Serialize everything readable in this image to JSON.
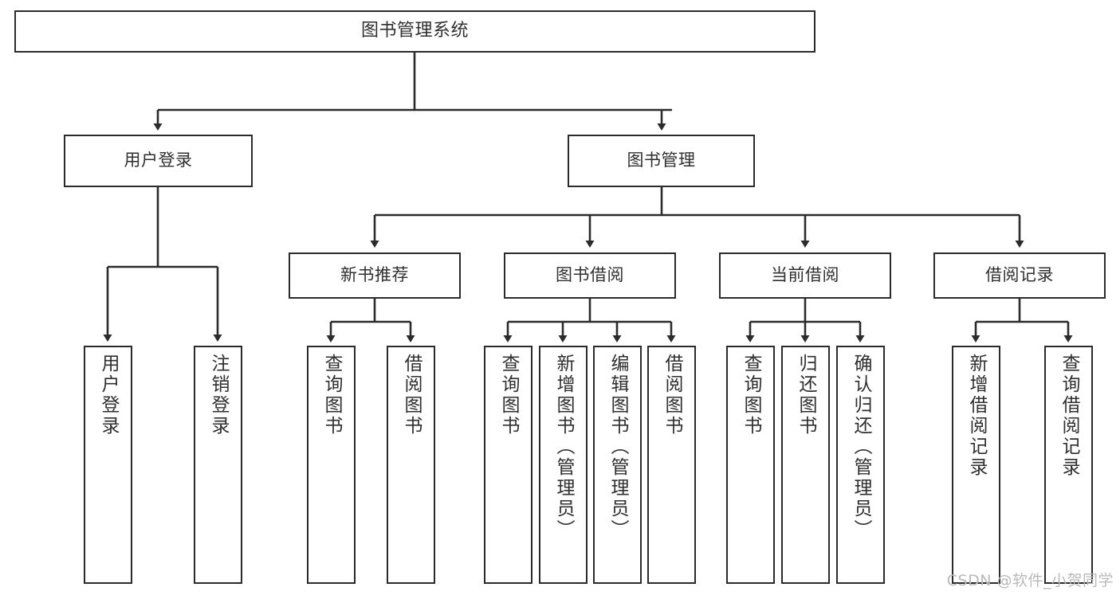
{
  "diagram": {
    "title": "图书管理系统",
    "watermark": "CSDN @软件_小贺同学",
    "edge_color": "#2b2b2b",
    "box_border_color": "#2b2b2b",
    "text_color": "#2f2f2f",
    "background": "#ffffff",
    "nodes": {
      "root": {
        "label": "图书管理系统"
      },
      "level2": [
        {
          "id": "user-login",
          "label": "用户登录"
        },
        {
          "id": "book-manage",
          "label": "图书管理"
        }
      ],
      "level3": [
        {
          "id": "new-book-recommend",
          "label": "新书推荐"
        },
        {
          "id": "book-borrow",
          "label": "图书借阅"
        },
        {
          "id": "current-borrow",
          "label": "当前借阅"
        },
        {
          "id": "borrow-record",
          "label": "借阅记录"
        }
      ],
      "leaves": {
        "user-login": [
          {
            "id": "leaf-user-login",
            "label": "用户登录"
          },
          {
            "id": "leaf-user-logout",
            "label": "注销登录"
          }
        ],
        "new-book-recommend": [
          {
            "id": "leaf-query-book-1",
            "label": "查询图书"
          },
          {
            "id": "leaf-borrow-book-1",
            "label": "借阅图书"
          }
        ],
        "book-borrow": [
          {
            "id": "leaf-query-book-2",
            "label": "查询图书"
          },
          {
            "id": "leaf-add-book",
            "label": "新增图书（管理员）"
          },
          {
            "id": "leaf-edit-book",
            "label": "编辑图书（管理员）"
          },
          {
            "id": "leaf-borrow-book-2",
            "label": "借阅图书"
          }
        ],
        "current-borrow": [
          {
            "id": "leaf-query-book-3",
            "label": "查询图书"
          },
          {
            "id": "leaf-return-book",
            "label": "归还图书"
          },
          {
            "id": "leaf-confirm-return",
            "label": "确认归还（管理员）"
          }
        ],
        "borrow-record": [
          {
            "id": "leaf-add-record",
            "label": "新增借阅记录"
          },
          {
            "id": "leaf-query-record",
            "label": "查询借阅记录"
          }
        ]
      }
    }
  }
}
